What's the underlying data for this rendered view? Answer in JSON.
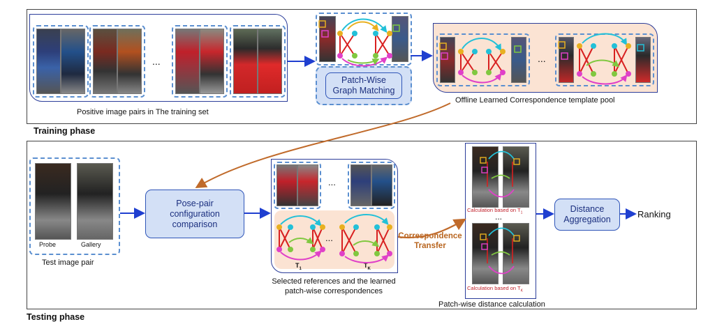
{
  "training": {
    "phase_label": "Training phase",
    "pairs_caption": "Positive image pairs in The training set",
    "ellipsis": "...",
    "graph_matching": [
      "Patch-Wise",
      "Graph Matching"
    ],
    "pool_caption": "Offline Learned Correspondence template pool"
  },
  "testing": {
    "phase_label": "Testing phase",
    "probe": "Probe",
    "gallery": "Gallery",
    "pair_caption": "Test image pair",
    "pose_pair": [
      "Pose-pair",
      "configuration",
      "comparison"
    ],
    "selected_caption": [
      "Selected references and the learned",
      "patch-wise correspondences"
    ],
    "t1": "T",
    "t1_sub": "1",
    "tk": "T",
    "tk_sub": "K",
    "transfer": [
      "Correspondence",
      "Transfer"
    ],
    "calc_t1": "Calculation based on T",
    "calc_t1_sub": "1",
    "calc_tk": "Calculation based on T",
    "calc_tk_sub": "K",
    "dist_caption": "Patch-wise distance calculation",
    "distance": [
      "Distance",
      "Aggregation"
    ],
    "ranking": "Ranking",
    "ellipsis": "..."
  },
  "colors": {
    "frame": "#2b3d9a",
    "dashed": "#5b8fd0",
    "node_fill": "#d3e0f6",
    "pool_fill": "#fbe3d3",
    "transfer_arrow": "#c06a2a",
    "flow_arrow": "#1f3fd0"
  }
}
